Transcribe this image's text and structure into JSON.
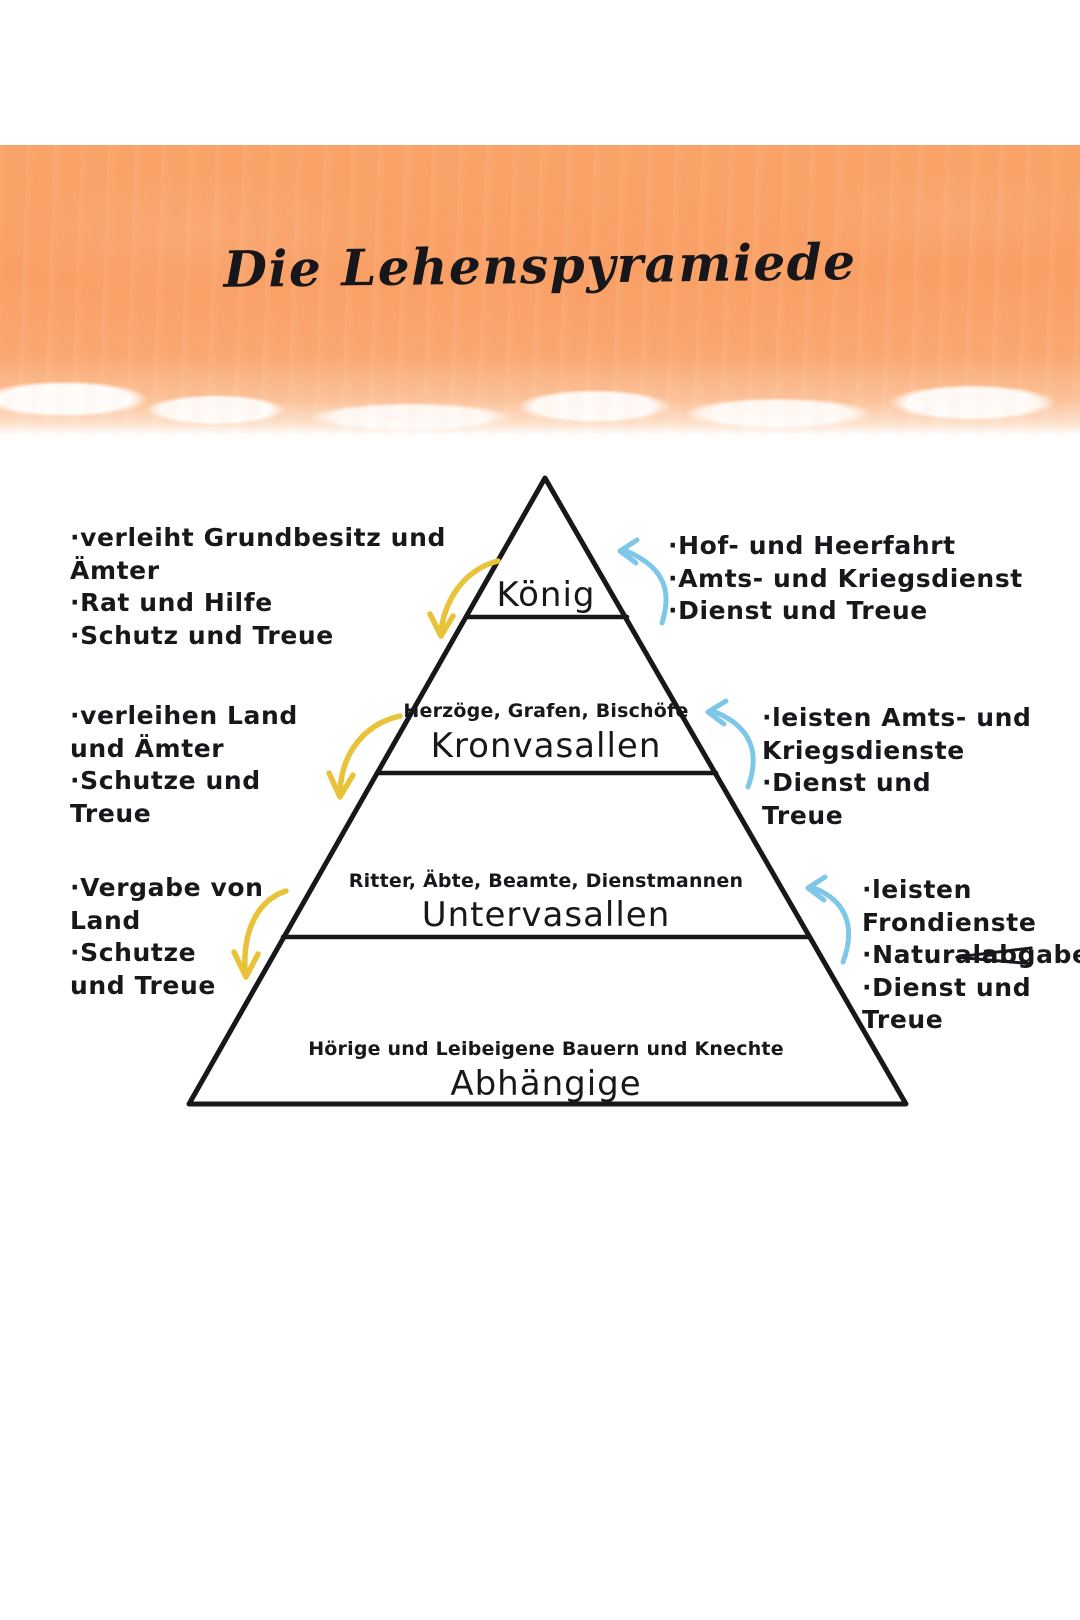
{
  "page": {
    "title": "Die Lehenspyramiede",
    "header_color": "#f9a469",
    "ink_color": "#18171b",
    "arrow_down_color": "#e8c33a",
    "arrow_up_color": "#7fc7e8"
  },
  "chart_data": {
    "type": "pyramid",
    "title": "Die Lehenspyramiede",
    "levels": [
      {
        "rank": 1,
        "name": "König",
        "caption": "",
        "gives": [
          "verleiht Grundbesitz und Ämter",
          "Rat und Hilfe",
          "Schutz und Treue"
        ],
        "receives": [
          "Hof- und Heerfahrt",
          "Amts- und Kriegsdienst",
          "Dienst und Treue"
        ]
      },
      {
        "rank": 2,
        "name": "Kronvasallen",
        "caption": "Herzöge, Grafen, Bischöfe",
        "gives": [
          "verleihen Land und Ämter",
          "Schutze und Treue"
        ],
        "receives": [
          "leisten Amts- und Kriegsdienste",
          "Dienst und Treue"
        ]
      },
      {
        "rank": 3,
        "name": "Untervasallen",
        "caption": "Ritter, Äbte, Beamte, Dienstmannen",
        "gives": [
          "Vergabe von Land",
          "Schutze und Treue"
        ],
        "receives": [
          "leisten Frondienste",
          "Naturalabgaben",
          "Dienst und Treue"
        ]
      },
      {
        "rank": 4,
        "name": "Abhängige",
        "caption": "Hörige und Leibeigene  Bauern und Knechte",
        "gives": [],
        "receives": []
      }
    ]
  },
  "pyramid": {
    "level1_label": "König",
    "level2_caption": "Herzöge, Grafen, Bischöfe",
    "level2_label": "Kronvasallen",
    "level3_caption": "Ritter, Äbte, Beamte, Dienstmannen",
    "level3_label": "Untervasallen",
    "level4_caption": "Hörige und Leibeigene  Bauern und Knechte",
    "level4_label": "Abhängige"
  },
  "annotations": {
    "left_1": "·verleiht Grundbesitz und\n  Ämter\n·Rat und Hilfe\n·Schutz und Treue",
    "right_1": "·Hof- und Heerfahrt\n·Amts- und Kriegsdienst\n·Dienst und Treue",
    "left_2": "·verleihen Land\n  und Ämter\n·Schutze und\n  Treue",
    "right_2": "·leisten Amts- und\n  Kriegsdienste\n·Dienst  und\n  Treue",
    "left_3": "·Vergabe  von\n  Land\n·Schutze\n  und Treue",
    "right_3": "·leisten\n Frondienste\n·Naturalabgaben\n·Dienst und\n     Treue"
  }
}
